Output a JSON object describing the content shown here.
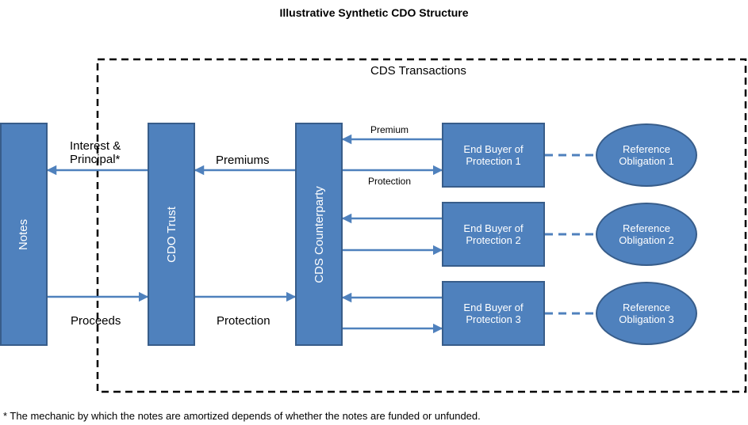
{
  "title": "Illustrative Synthetic CDO Structure",
  "region_label": "CDS Transactions",
  "nodes": {
    "notes": "Notes",
    "cdo_trust": "CDO Trust",
    "cds_counterparty": "CDS Counterparty",
    "buyers": [
      "End Buyer of Protection 1",
      "End Buyer of Protection 2",
      "End Buyer of Protection 3"
    ],
    "obligations": [
      "Reference Obligation 1",
      "Reference Obligation 2",
      "Reference Obligation 3"
    ]
  },
  "flow_labels": {
    "interest_principal": "Interest & Principal*",
    "premiums": "Premiums",
    "proceeds": "Proceeds",
    "protection": "Protection",
    "premium_small": "Premium",
    "protection_small": "Protection"
  },
  "footnote": "*  The mechanic by which the notes are amortized depends of whether the notes are funded or unfunded.",
  "colors": {
    "box_fill": "#4f81bd",
    "box_border": "#385d8a",
    "arrow": "#4f81bd"
  }
}
